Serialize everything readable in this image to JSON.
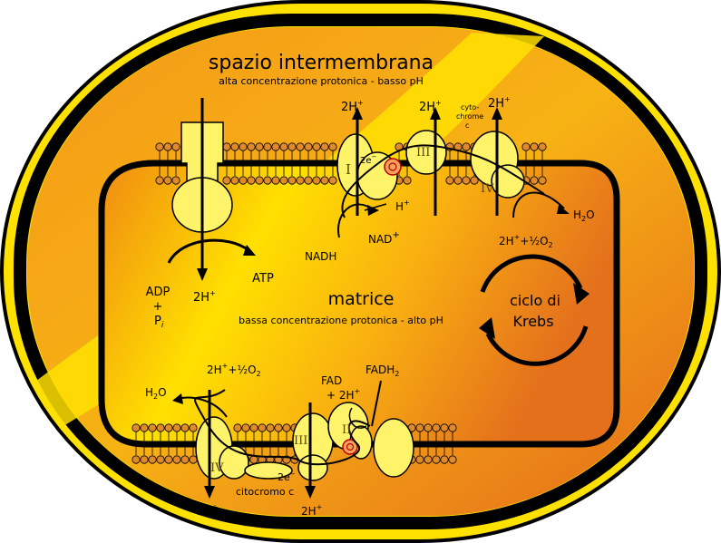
{
  "title": "spazio intermembrana",
  "subtitle": "alta concentrazione protonica - basso pH",
  "matrix": {
    "title": "matrice",
    "subtitle": "bassa concentrazione protonica - alto pH"
  },
  "krebs": {
    "line1": "ciclo di",
    "line2": "Krebs"
  },
  "synthase": {
    "adp": "ADP",
    "plus": "+",
    "p": "P",
    "p_sub": "i",
    "atp": "ATP",
    "proton": "2H",
    "proton_sup": "+"
  },
  "top_chain": {
    "complex_1": "I",
    "complex_3": "III",
    "complex_4": "IV",
    "proton_1": "2H",
    "proton_2": "2H",
    "proton_3": "2H",
    "sup": "+",
    "electrons": "2e",
    "electrons_sup": "−",
    "cytochrome_1": "cyto-",
    "cytochrome_2": "chrome",
    "cytochrome_3": "c",
    "h_plus": "H",
    "nadh": "NADH",
    "nad": "NAD",
    "h2o": "H",
    "h2o_sub": "2",
    "h2o_end": "O",
    "reaction": "2H",
    "half": "½",
    "o2": "O",
    "o2_sub": "2"
  },
  "bottom_chain": {
    "complex_2": "II",
    "complex_3": "III",
    "complex_4": "IV",
    "h2o": "H",
    "h2o_sub": "2",
    "h2o_end": "O",
    "reaction": "2H",
    "sup": "+",
    "half": "½",
    "o2": "O",
    "o2_sub": "2",
    "fad": "FAD",
    "fad_plus": "+ 2H",
    "fadh": "FADH",
    "fadh_sub": "2",
    "electrons": "2e",
    "electrons_sup": "−",
    "cytochrome": "citocromo c",
    "proton_1": "2H",
    "proton_2": "2H"
  },
  "colors": {
    "outer_yellow": "#ffe100",
    "orange": "#f39210",
    "deep_orange": "#e4701c",
    "inner_yellow": "#ffe000",
    "complex_yellow": "#fff36a",
    "lipid_head": "#e08a2c",
    "outline": "#000000"
  }
}
